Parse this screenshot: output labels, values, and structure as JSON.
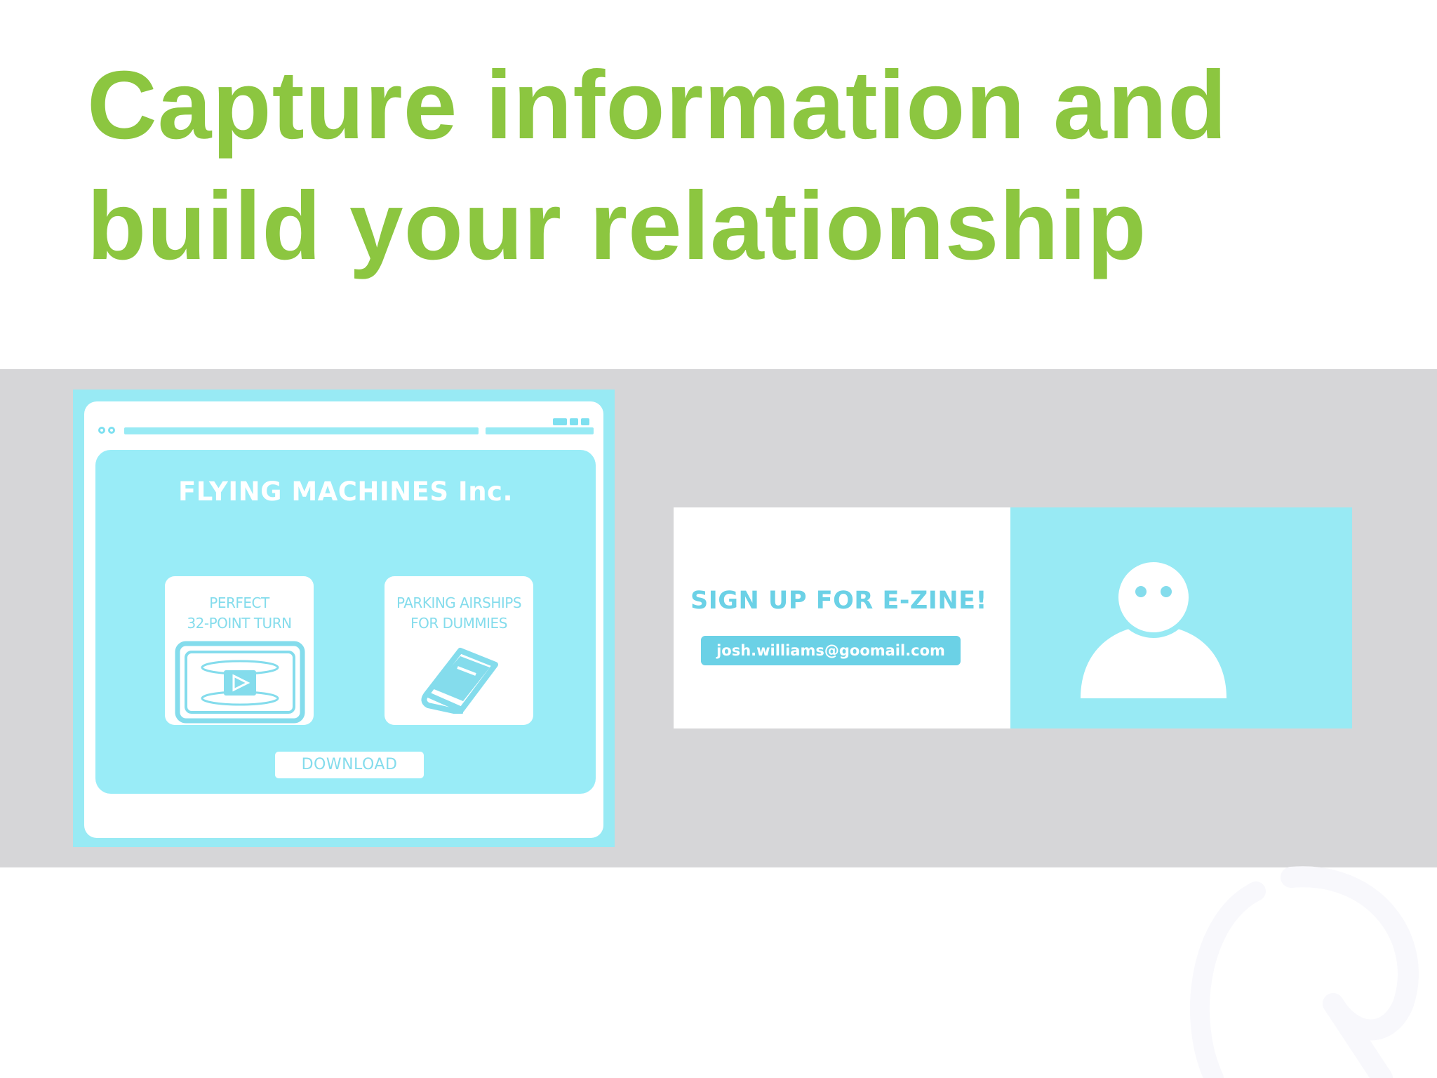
{
  "colors": {
    "title_green": "#8cc640",
    "band_gray": "#d6d6d8",
    "light_blue": "#98eaf4",
    "window_blue": "#99ecf7",
    "mid_blue": "#7ee0f0",
    "card_text_blue": "#84dcec",
    "signup_text_blue": "#6bd1e6",
    "watermark": "#f8f8fc"
  },
  "slide": {
    "title_line1": "Capture information and",
    "title_line2": "build your relationship"
  },
  "website_mockup": {
    "company_name": "FLYING MACHINES Inc.",
    "cards": [
      {
        "label_line1": "PERFECT",
        "label_line2": "32-POINT TURN",
        "icon": "video-play-icon"
      },
      {
        "label_line1": "PARKING AIRSHIPS",
        "label_line2": "FOR DUMMIES",
        "icon": "book-icon"
      }
    ],
    "download_label": "DOWNLOAD"
  },
  "signup": {
    "heading": "SIGN UP FOR E-ZINE!",
    "email_value": "josh.williams@goomail.com",
    "icon": "user-avatar-icon"
  }
}
